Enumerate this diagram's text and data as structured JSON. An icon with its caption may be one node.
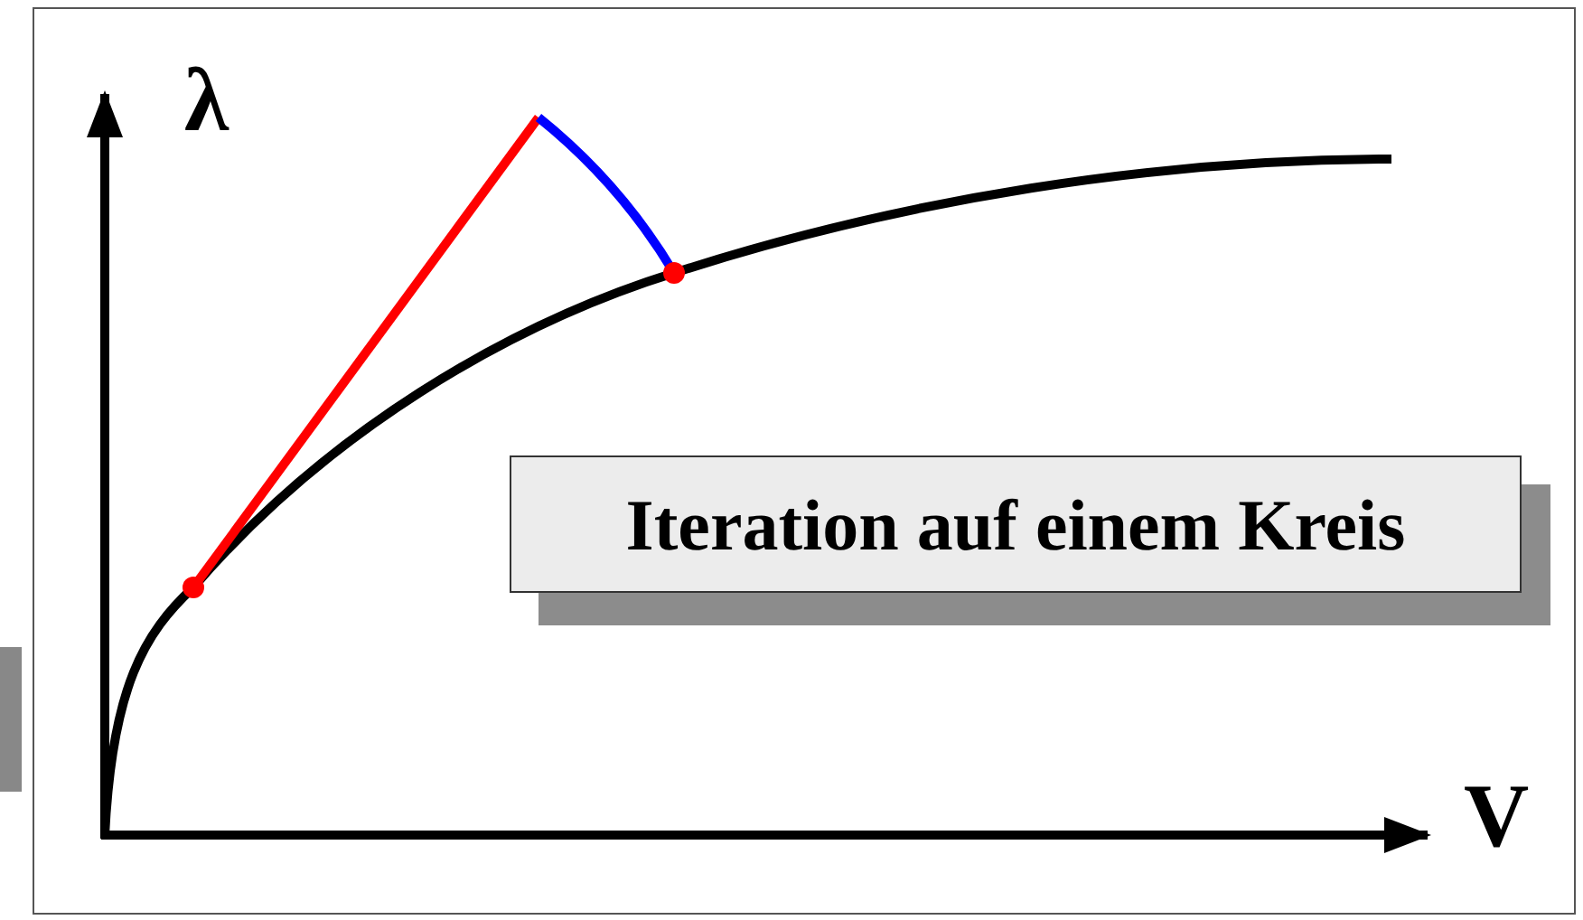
{
  "diagram": {
    "nodes": [
      {
        "text": [
          "Iteration auf einem Kreis"
        ]
      }
    ],
    "labels": [
      "λ",
      "V"
    ]
  }
}
